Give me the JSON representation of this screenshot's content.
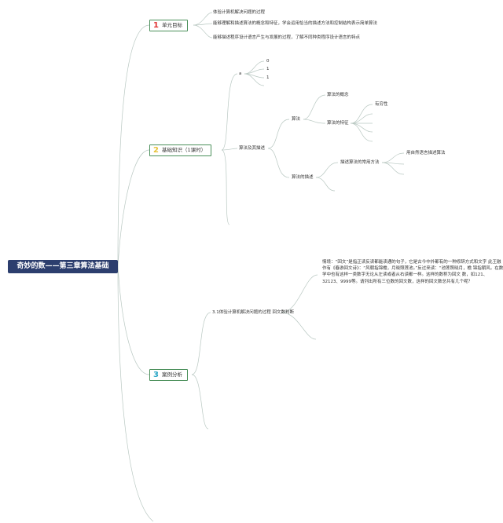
{
  "root": {
    "title": "奇妙的数——第三章算法基础"
  },
  "unit_goals": {
    "number": "1",
    "title": "单元目标",
    "items": [
      "体验计算机解决问题的过程",
      "能够理解和描述算法的概念和特征，学会运用恰当的描述方法和控制结构表示简单算法",
      "能够描述程序设计语言产生与发展的过程，了解不同种类程序设计语言的特点"
    ]
  },
  "basic_knowledge": {
    "number": "2",
    "title": "基础知识（1课时）",
    "a_node": "a",
    "a_children": [
      "0",
      "1",
      "1"
    ],
    "algorithm_desc": "算法及其描述",
    "algorithm": "算法",
    "concept": "算法的概念",
    "features": "算法的特征",
    "finite": "有穷性",
    "description": "算法的描述",
    "common_methods": "描述算法的常用方法",
    "natural_language": "用自然语言描述算法"
  },
  "case_analysis": {
    "number": "3",
    "title": "案例分析",
    "case_title": "3.1体验计算机解决问题的过程 回文数判断",
    "case_text": "情境：“回文”是指正读反读都能读通的句子，它是古今中外都有的一种修辞方式和文字 此王融作有《春游回文诗》：“风朝指锦檐，月晓照莲池。”反过来读：“池莲照晓月，檐 锦指朝风。在数学中也有这样一类数字无论从左读或者从右读都一样。这样的数称为回文 数，如121、32123、9999等。请列出所有三位数的回文数，这样的回文数总共有几个呢？"
  }
}
